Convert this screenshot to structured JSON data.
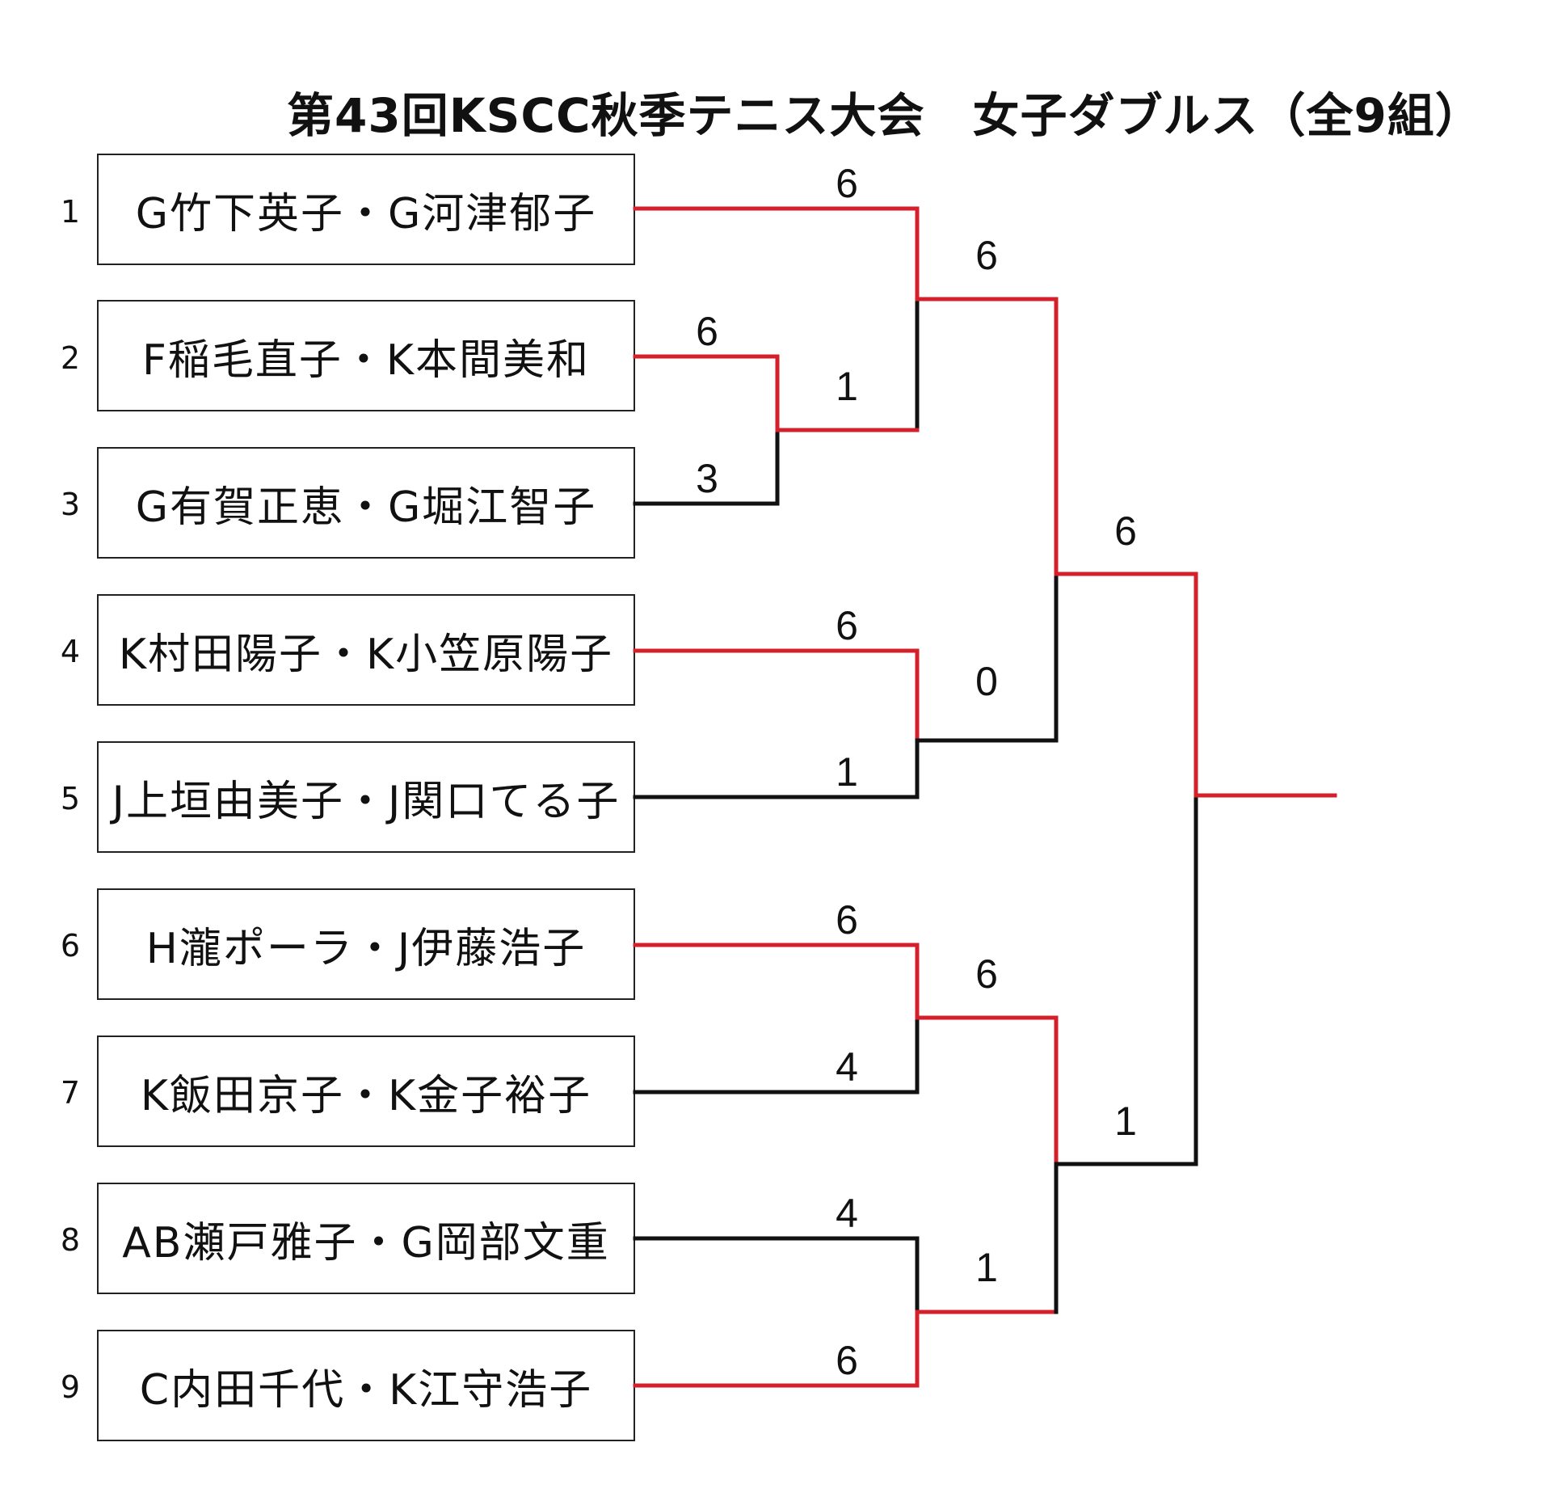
{
  "title": "第43回KSCC秋季テニス大会　女子ダブルス（全9組）",
  "colors": {
    "winner_line": "#d4202a",
    "loser_line": "#111111"
  },
  "teams": [
    {
      "seed": "1",
      "name": "G竹下英子・G河津郁子"
    },
    {
      "seed": "2",
      "name": "F稲毛直子・K本間美和"
    },
    {
      "seed": "3",
      "name": "G有賀正恵・G堀江智子"
    },
    {
      "seed": "4",
      "name": "K村田陽子・K小笠原陽子"
    },
    {
      "seed": "5",
      "name": "J上垣由美子・J関口てる子"
    },
    {
      "seed": "6",
      "name": "H瀧ポーラ・J伊藤浩子"
    },
    {
      "seed": "7",
      "name": "K飯田京子・K金子裕子"
    },
    {
      "seed": "8",
      "name": "AB瀬戸雅子・G岡部文重"
    },
    {
      "seed": "9",
      "name": "C内田千代・K江守浩子"
    }
  ],
  "scores": {
    "r1_team2": "6",
    "r1_team3": "3",
    "r2_team1": "6",
    "r2_winner23": "1",
    "r2_team4": "6",
    "r2_team5": "1",
    "r2_team6": "6",
    "r2_team7": "4",
    "r2_team8": "4",
    "r2_team9": "6",
    "qf_top": "6",
    "qf_45": "0",
    "qf_67": "6",
    "qf_89": "1",
    "sf_top": "6",
    "sf_bottom": "1"
  }
}
